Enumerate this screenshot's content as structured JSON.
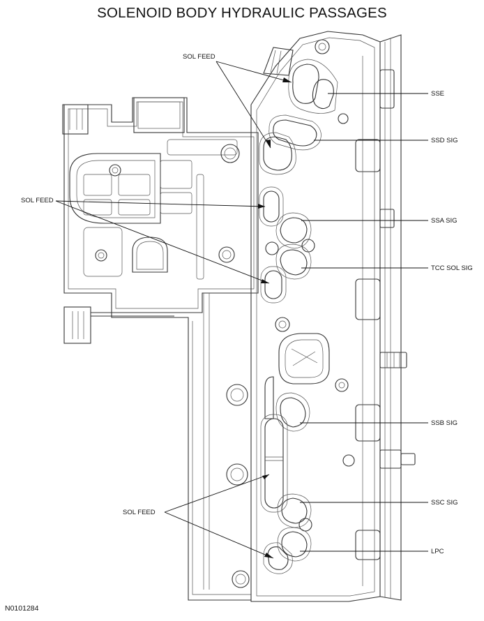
{
  "diagram": {
    "title": "SOLENOID BODY HYDRAULIC PASSAGES",
    "figure_id": "N0101284",
    "colors": {
      "fill_feed": "#aad219",
      "fill_signal_stripe": "#aad219",
      "outline": "#333333"
    },
    "labels": {
      "sol_feed_top": "SOL FEED",
      "sol_feed_mid": "SOL FEED",
      "sol_feed_bottom": "SOL FEED",
      "sse": "SSE",
      "ssd_sig": "SSD SIG",
      "ssa_sig": "SSA SIG",
      "tcc_sol_sig": "TCC SOL SIG",
      "ssb_sig": "SSB SIG",
      "ssc_sig": "SSC SIG",
      "lpc": "LPC"
    }
  }
}
